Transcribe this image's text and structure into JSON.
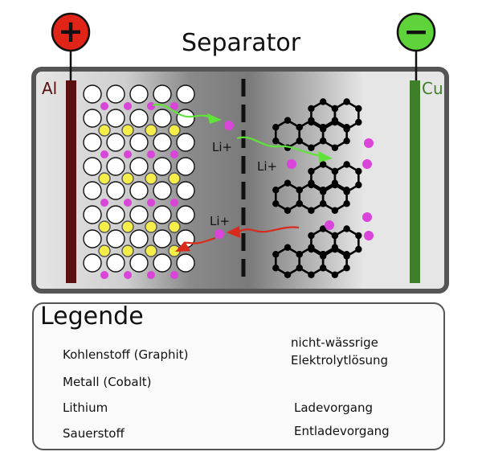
{
  "title": "Separator",
  "electrodes": {
    "positive_symbol": "+",
    "negative_symbol": "−",
    "cathode_label": "Al",
    "anode_label": "Cu",
    "cathode_color": "#5a1010",
    "anode_color": "#3f7f2a",
    "positive_color": "#e02418",
    "negative_color": "#5fd33a"
  },
  "ion_labels": [
    "Li+",
    "Li+",
    "Li+"
  ],
  "legend": {
    "title": "Legende",
    "items": [
      {
        "label": "Kohlenstoff (Graphit)",
        "symbol": "carbon"
      },
      {
        "label": "Metall (Cobalt)",
        "symbol": "cobalt"
      },
      {
        "label": "Lithium",
        "symbol": "lithium"
      },
      {
        "label": "Sauerstoff",
        "symbol": "oxygen"
      }
    ],
    "electrolyte_line1": "nicht-wässrige",
    "electrolyte_line2": "Elektrolytlösung",
    "charge_label": "Ladevorgang",
    "discharge_label": "Entladevorgang"
  },
  "colors": {
    "carbon": "#000000",
    "cobalt": "#f5ee4a",
    "lithium": "#d944d9",
    "oxygen": "#ffffff",
    "electrolyte": "#9a9a9a",
    "charge_arrow": "#5fe33a",
    "discharge_arrow": "#d92a1c"
  }
}
